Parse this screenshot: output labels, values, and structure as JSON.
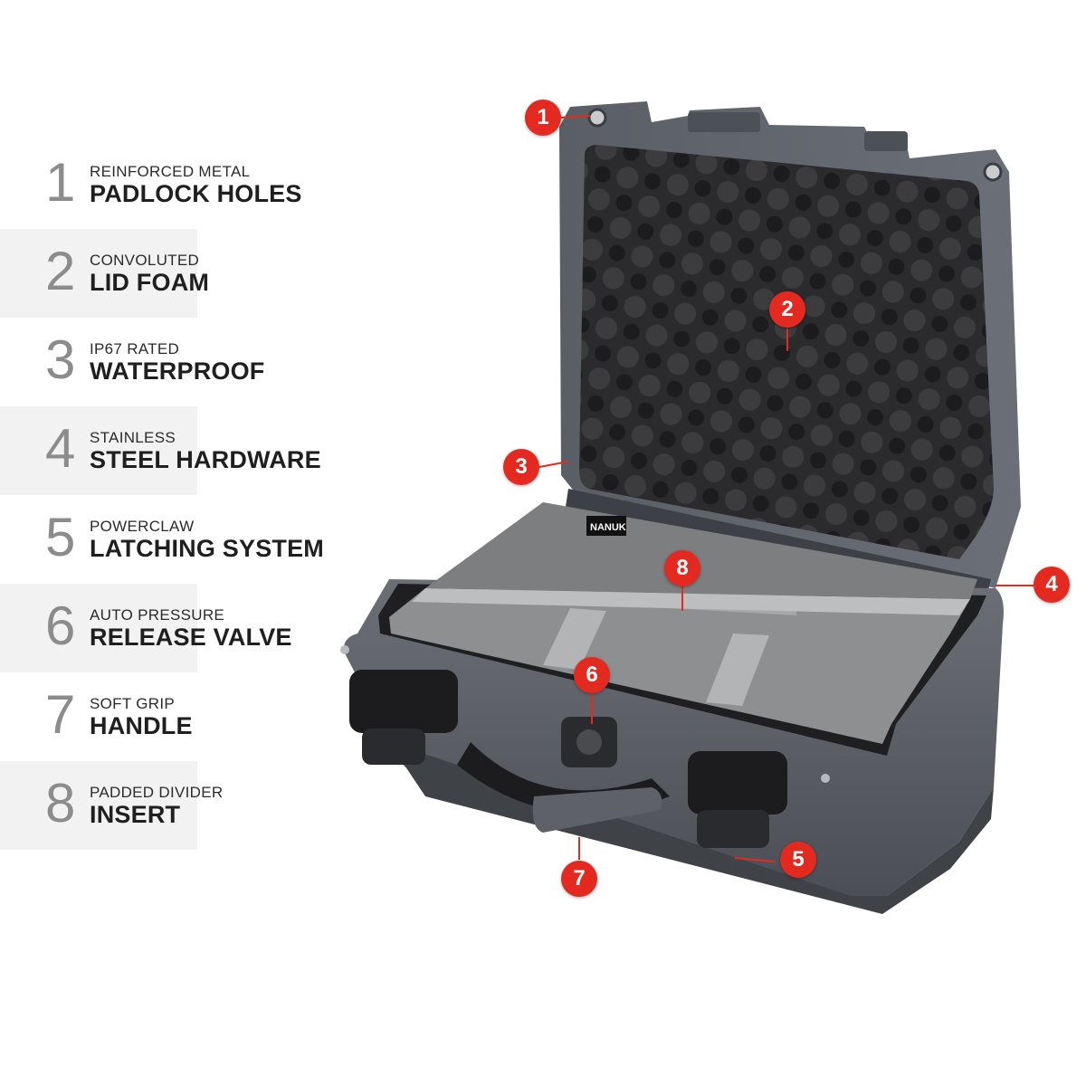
{
  "features": [
    {
      "number": "1",
      "small": "REINFORCED METAL",
      "big": "PADLOCK HOLES"
    },
    {
      "number": "2",
      "small": "CONVOLUTED",
      "big": "LID FOAM"
    },
    {
      "number": "3",
      "small": "IP67 RATED",
      "big": "WATERPROOF"
    },
    {
      "number": "4",
      "small": "STAINLESS",
      "big": "STEEL HARDWARE"
    },
    {
      "number": "5",
      "small": "POWERCLAW",
      "big": "LATCHING SYSTEM"
    },
    {
      "number": "6",
      "small": "AUTO PRESSURE",
      "big": "RELEASE VALVE"
    },
    {
      "number": "7",
      "small": "SOFT GRIP",
      "big": "HANDLE"
    },
    {
      "number": "8",
      "small": "PADDED DIVIDER",
      "big": "INSERT"
    }
  ],
  "callouts": [
    "1",
    "2",
    "3",
    "4",
    "5",
    "6",
    "7",
    "8"
  ],
  "brand_label": "NANUK",
  "colors": {
    "accent": "#e42a20",
    "case_body": "#5b5f66",
    "foam": "#2a2a2c",
    "divider": "#9a9a9a"
  }
}
